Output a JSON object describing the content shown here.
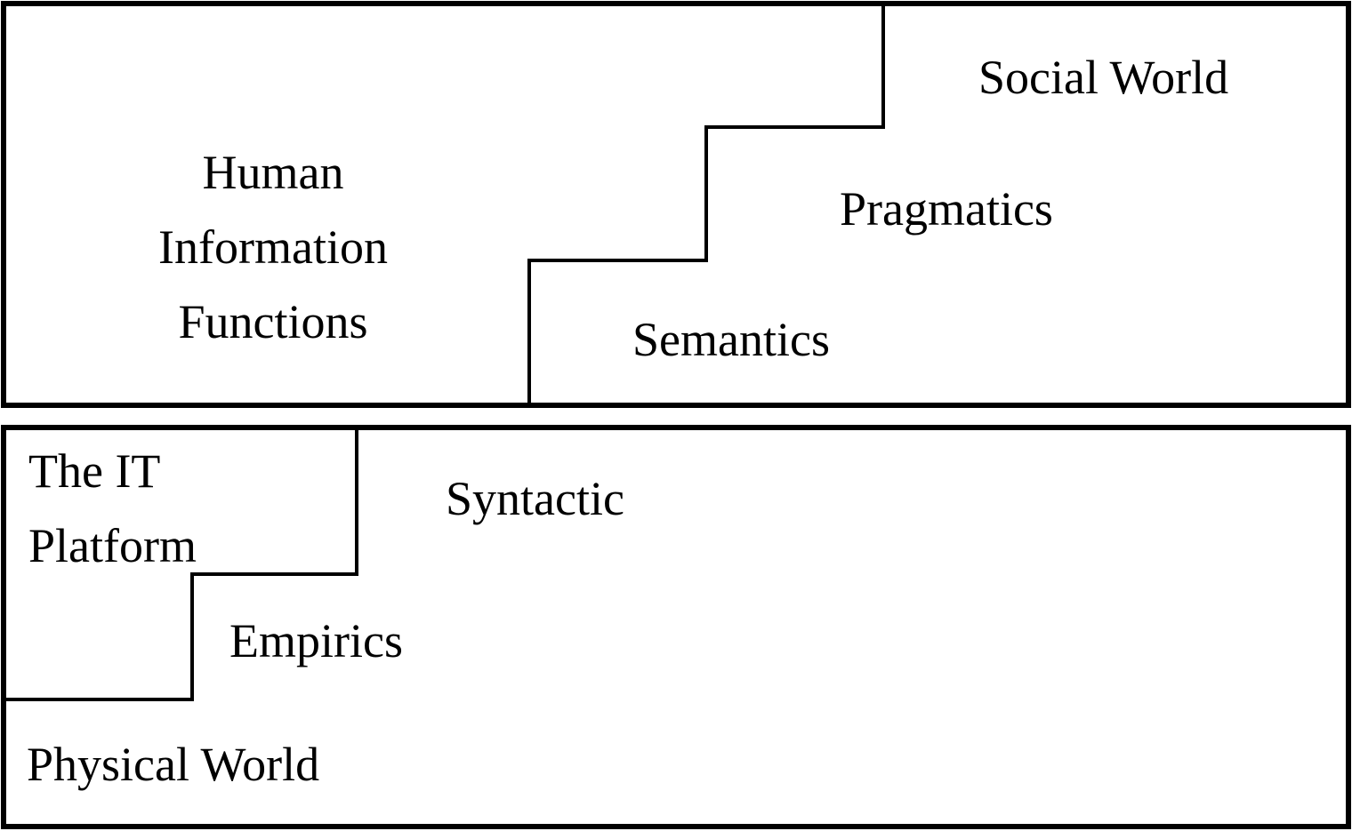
{
  "diagram": {
    "top_panel": {
      "regions": {
        "human_information_functions": [
          "Human",
          "Information",
          "Functions"
        ],
        "social_world": "Social World",
        "pragmatics": "Pragmatics",
        "semantics": "Semantics"
      }
    },
    "bottom_panel": {
      "regions": {
        "it_platform": [
          "The IT",
          "Platform"
        ],
        "syntactic": "Syntactic",
        "empirics": "Empirics",
        "physical_world": "Physical World"
      }
    },
    "colors": {
      "line": "#000000",
      "background": "#ffffff"
    }
  }
}
